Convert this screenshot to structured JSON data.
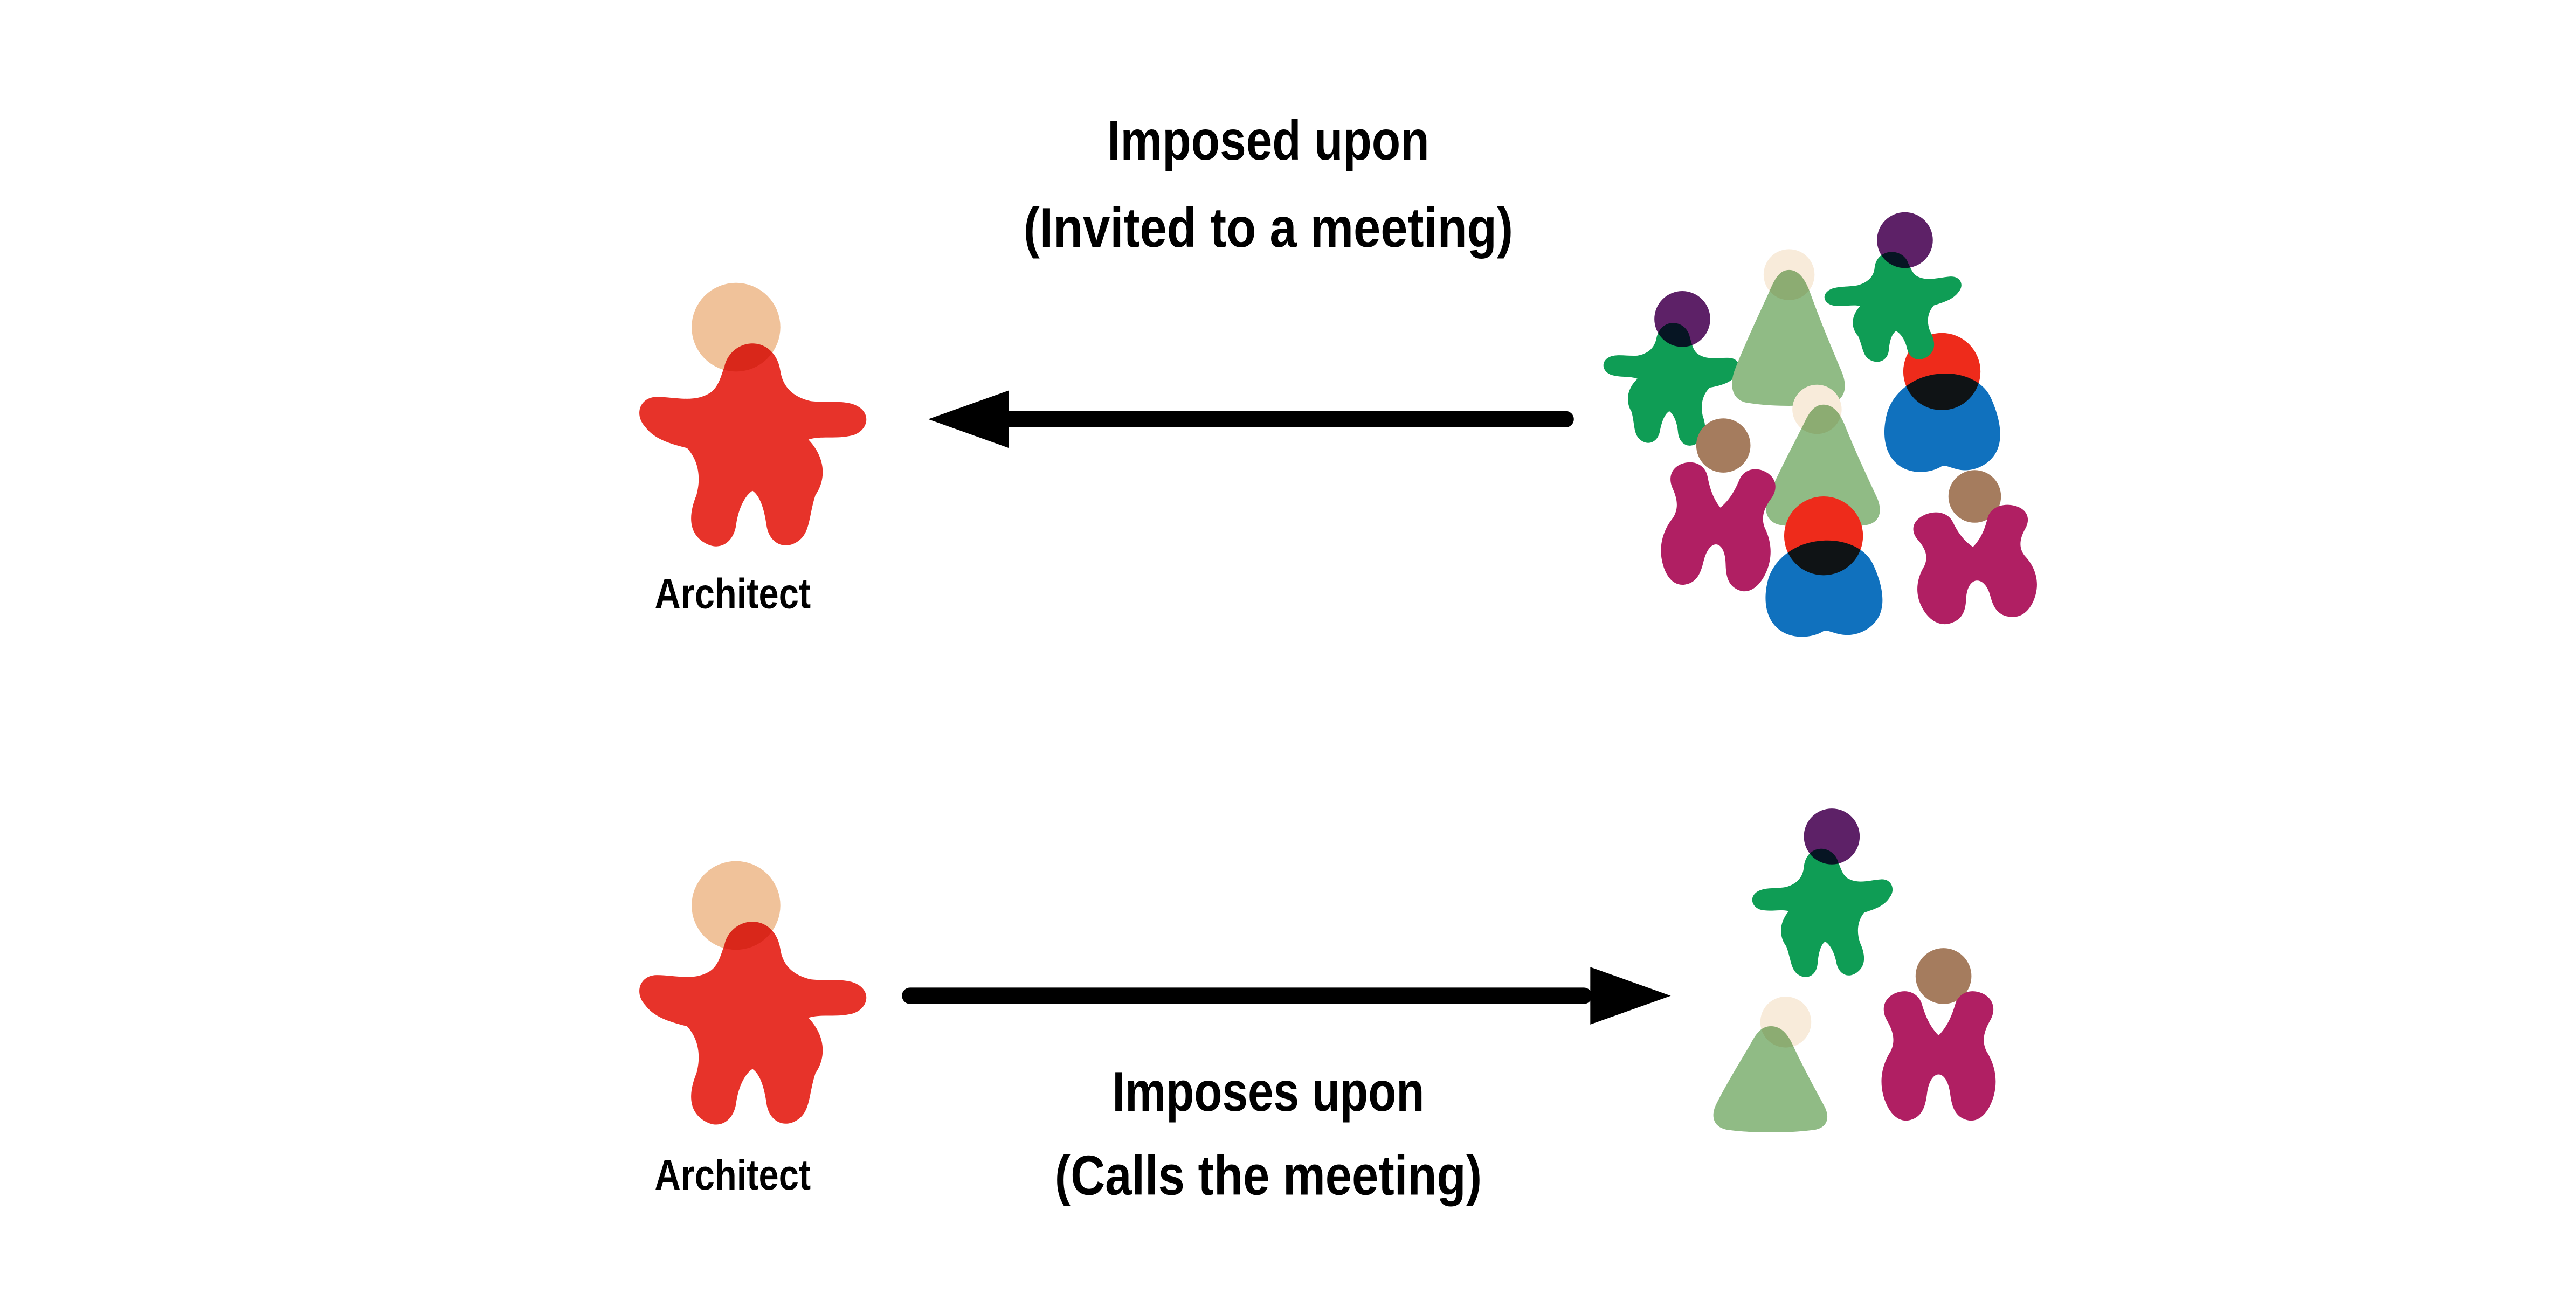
{
  "page": {
    "background": "#ffffff"
  },
  "colors": {
    "text": "#000000",
    "arrow": "#000000",
    "architect_red": "#e7332a",
    "peach": "#f0c29a",
    "green": "#0f9d55",
    "purple": "#5d2167",
    "sage": "#90bb85",
    "cream": "#f8ebda",
    "blue": "#1071be",
    "red": "#ee2b1b",
    "brown": "#a57c5e",
    "magenta": "#b01f63"
  },
  "top_scenario": {
    "label_line1": "Imposed upon",
    "label_line2": "(Invited to a meeting)",
    "actor_label": "Architect",
    "arrow_direction": "left",
    "crowd_size": 8
  },
  "bottom_scenario": {
    "label_line1": "Imposes upon",
    "label_line2": "(Calls the meeting)",
    "actor_label": "Architect",
    "arrow_direction": "right",
    "group_size": 3
  }
}
